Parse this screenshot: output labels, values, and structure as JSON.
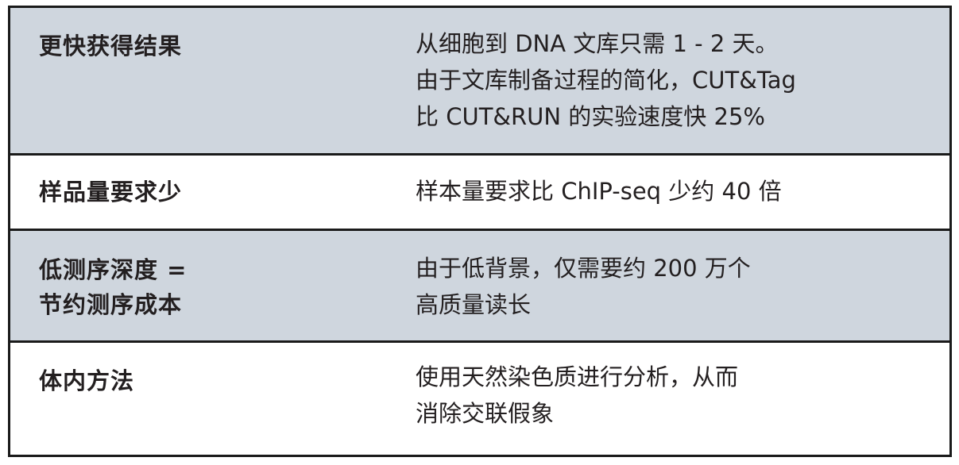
{
  "table": {
    "colors": {
      "shaded_row": "#cfd6de",
      "plain_row": "#ffffff",
      "border": "#1a1a1a",
      "text": "#231f20"
    },
    "rows": [
      {
        "feature": [
          "更快获得结果"
        ],
        "description": [
          "从细胞到 DNA 文库只需 1 - 2 天。",
          "由于文库制备过程的简化，CUT&Tag",
          "比 CUT&RUN 的实验速度快 25%"
        ]
      },
      {
        "feature": [
          "样品量要求少"
        ],
        "description": [
          "样本量要求比 ChIP-seq 少约 40 倍"
        ]
      },
      {
        "feature": [
          "低测序深度 =",
          "节约测序成本"
        ],
        "description": [
          "由于低背景，仅需要约 200 万个",
          "高质量读长"
        ]
      },
      {
        "feature": [
          "体内方法"
        ],
        "description": [
          "使用天然染色质进行分析，从而",
          "消除交联假象"
        ]
      }
    ]
  }
}
